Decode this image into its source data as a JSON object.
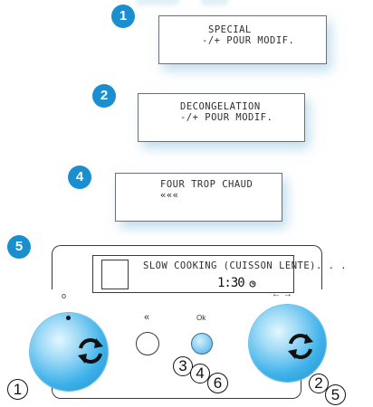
{
  "steps": {
    "step1": "1",
    "step2": "2",
    "step4": "4",
    "step5": "5"
  },
  "messages": {
    "msg1": {
      "line1": "SPECIAL",
      "line2": "-/+ POUR MODIF."
    },
    "msg2": {
      "line1": "DECONGELATION",
      "line2": "-/+ POUR MODIF."
    },
    "msg4": {
      "line1": "FOUR TROP CHAUD",
      "line2": "«««"
    }
  },
  "panel": {
    "display_text": "SLOW COOKING (CUISSON LENTE). . .",
    "time": "1:30",
    "left_knob_label": "o",
    "back_label": "«",
    "ok_label": "Ok",
    "arrows_label": "← →"
  },
  "callouts": {
    "c1": "1",
    "c2": "2",
    "c3": "3",
    "c4": "4",
    "c5": "5",
    "c6": "6"
  },
  "colors": {
    "accent": "#1a8fd0",
    "knob": "#3fb2ea"
  }
}
